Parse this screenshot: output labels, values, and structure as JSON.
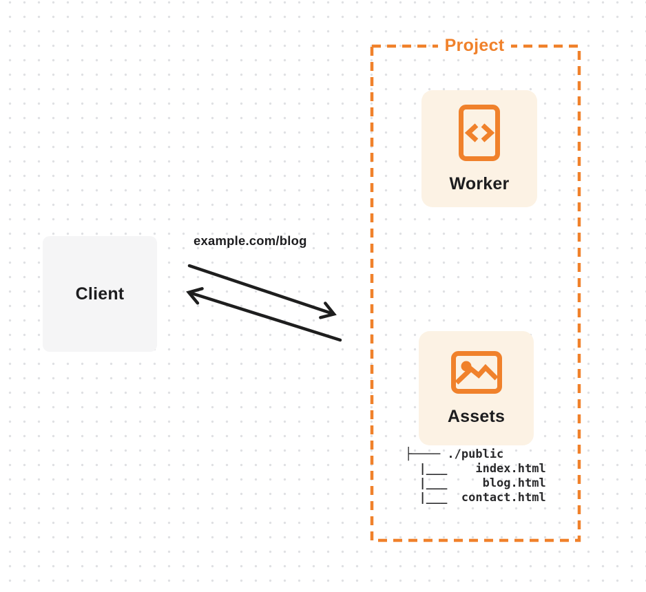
{
  "client": {
    "label": "Client"
  },
  "request_label": "example.com/blog",
  "project": {
    "label": "Project",
    "worker": {
      "label": "Worker",
      "icon": "code-document-icon"
    },
    "assets": {
      "label": "Assets",
      "icon": "image-icon"
    },
    "file_tree": [
      "├──── ./public",
      "  |___    index.html",
      "  |___     blog.html",
      "  |___  contact.html"
    ]
  },
  "colors": {
    "accent_orange": "#f0812b",
    "card_background": "#fcf2e4",
    "client_background": "#f5f5f6",
    "ink": "#1d1d1f",
    "dot_grid": "#dfe0e3",
    "arrow": "#1e1e1e"
  }
}
